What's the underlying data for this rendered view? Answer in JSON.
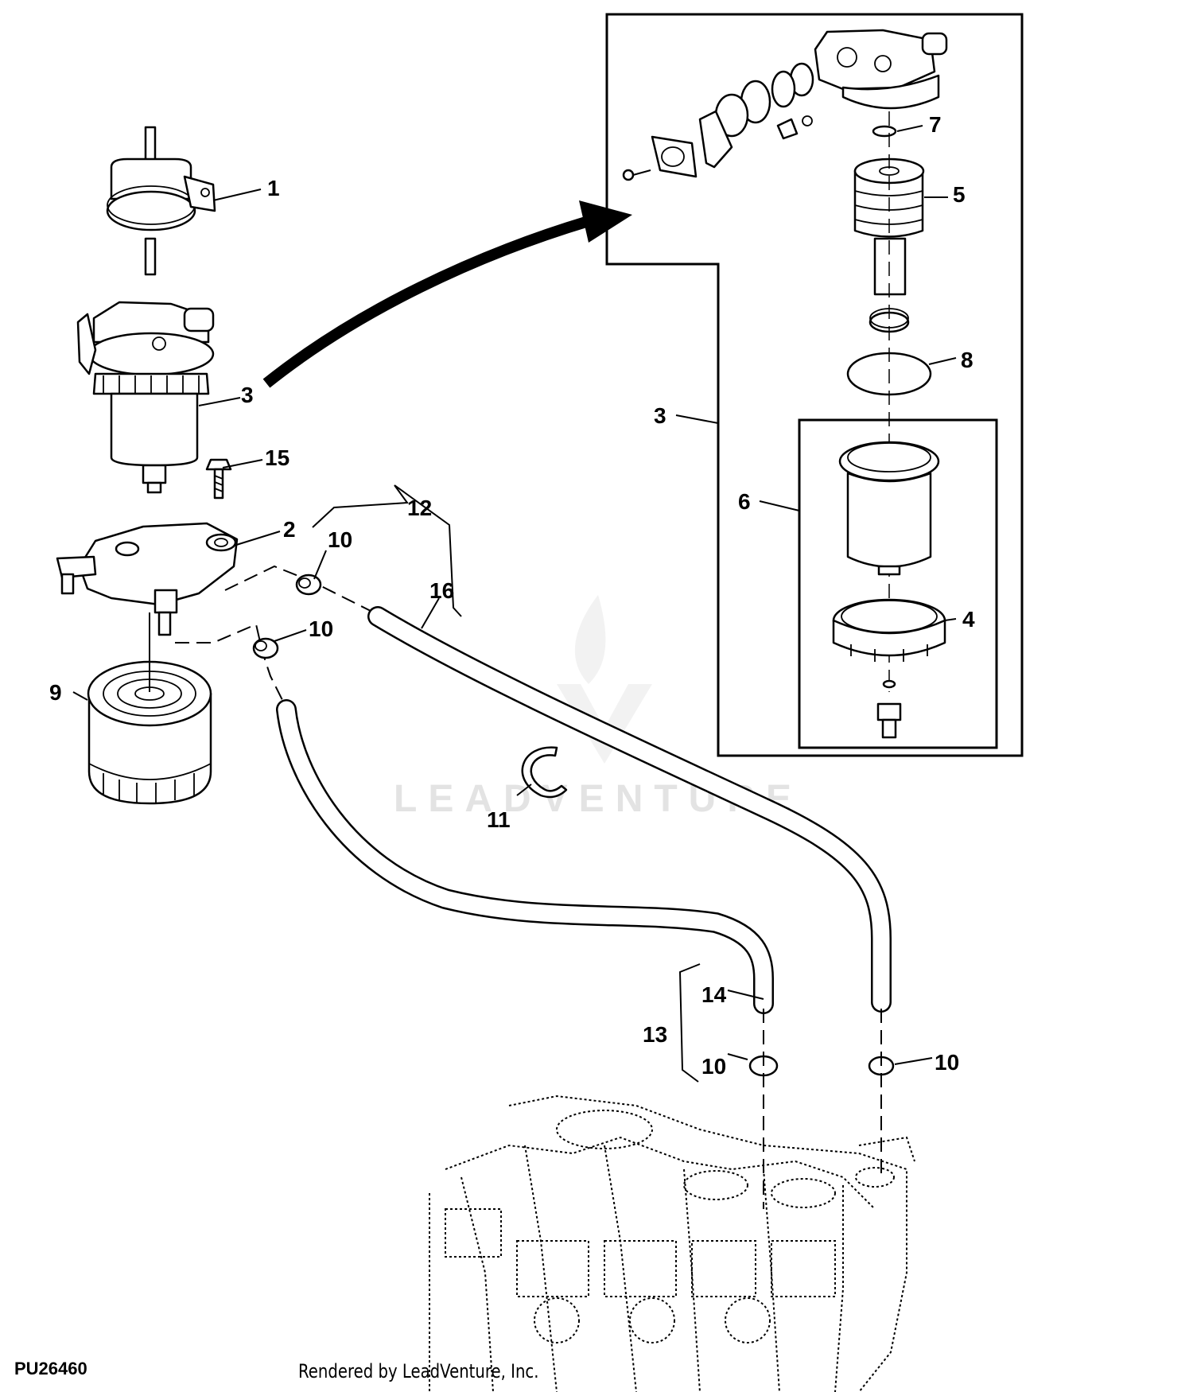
{
  "figure_id": "PU26460",
  "credit": "Rendered by LeadVenture, Inc.",
  "watermark": "LEADVENTURE",
  "callouts": {
    "c1": "1",
    "c2": "2",
    "c3_main": "3",
    "c3_detail": "3",
    "c4": "4",
    "c5": "5",
    "c6": "6",
    "c7": "7",
    "c8": "8",
    "c9": "9",
    "c10_a": "10",
    "c10_b": "10",
    "c10_c": "10",
    "c10_d": "10",
    "c11": "11",
    "c12": "12",
    "c13": "13",
    "c14": "14",
    "c15": "15",
    "c16": "16"
  }
}
